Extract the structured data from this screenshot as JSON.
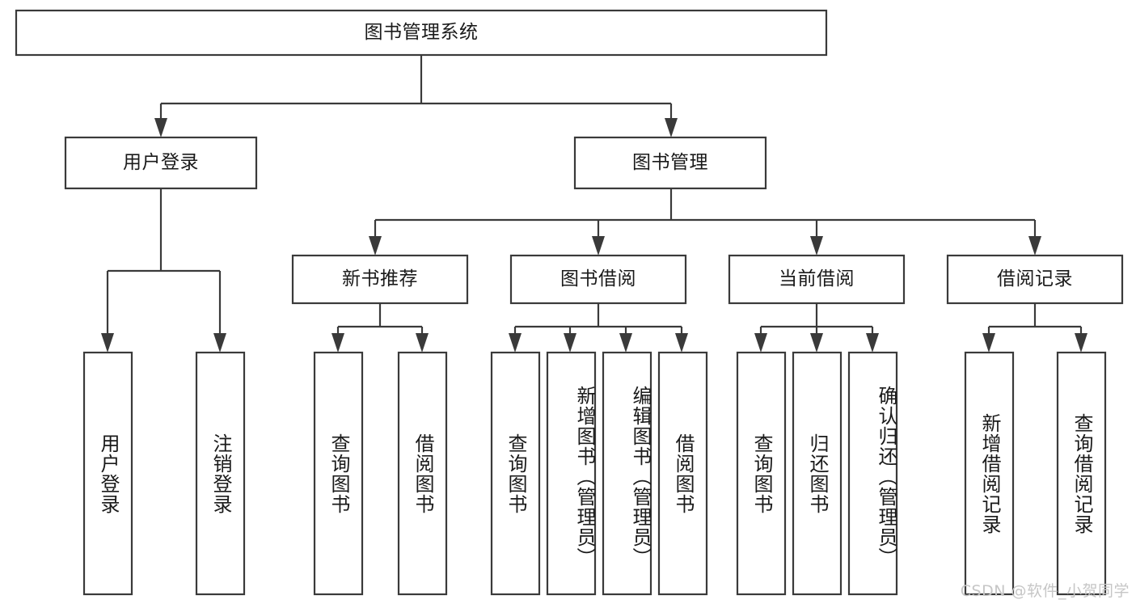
{
  "diagram": {
    "title": "图书管理系统",
    "type": "tree-hierarchy",
    "orientation": "top-down",
    "colors": {
      "box_fill": "#ffffff",
      "box_stroke": "#3a3a3a",
      "text": "#1a1a1a",
      "background": "#ffffff",
      "watermark": "#c6c6c6"
    },
    "root": {
      "label": "图书管理系统"
    },
    "level2": [
      {
        "id": "user-login",
        "label": "用户登录"
      },
      {
        "id": "book-manage",
        "label": "图书管理"
      }
    ],
    "level3": [
      {
        "id": "new-book-recommend",
        "label": "新书推荐",
        "parent": "book-manage"
      },
      {
        "id": "book-borrow",
        "label": "图书借阅",
        "parent": "book-manage"
      },
      {
        "id": "current-borrow",
        "label": "当前借阅",
        "parent": "book-manage"
      },
      {
        "id": "borrow-record",
        "label": "借阅记录",
        "parent": "book-manage"
      }
    ],
    "leaves": [
      {
        "id": "leaf-user-login",
        "label": "用户登录",
        "parent": "user-login"
      },
      {
        "id": "leaf-logout",
        "label": "注销登录",
        "parent": "user-login"
      },
      {
        "id": "leaf-query-book-1",
        "label": "查询图书",
        "parent": "new-book-recommend"
      },
      {
        "id": "leaf-borrow-book-1",
        "label": "借阅图书",
        "parent": "new-book-recommend"
      },
      {
        "id": "leaf-query-book-2",
        "label": "查询图书",
        "parent": "book-borrow"
      },
      {
        "id": "leaf-add-book",
        "label": "新增图书（管理员）",
        "parent": "book-borrow"
      },
      {
        "id": "leaf-edit-book",
        "label": "编辑图书（管理员）",
        "parent": "book-borrow"
      },
      {
        "id": "leaf-borrow-book-2",
        "label": "借阅图书",
        "parent": "book-borrow"
      },
      {
        "id": "leaf-query-book-3",
        "label": "查询图书",
        "parent": "current-borrow"
      },
      {
        "id": "leaf-return-book",
        "label": "归还图书",
        "parent": "current-borrow"
      },
      {
        "id": "leaf-confirm-return",
        "label": "确认归还（管理员）",
        "parent": "current-borrow"
      },
      {
        "id": "leaf-add-record",
        "label": "新增借阅记录",
        "parent": "borrow-record"
      },
      {
        "id": "leaf-query-record",
        "label": "查询借阅记录",
        "parent": "borrow-record"
      }
    ],
    "watermark": "CSDN @软件_小贺同学"
  }
}
